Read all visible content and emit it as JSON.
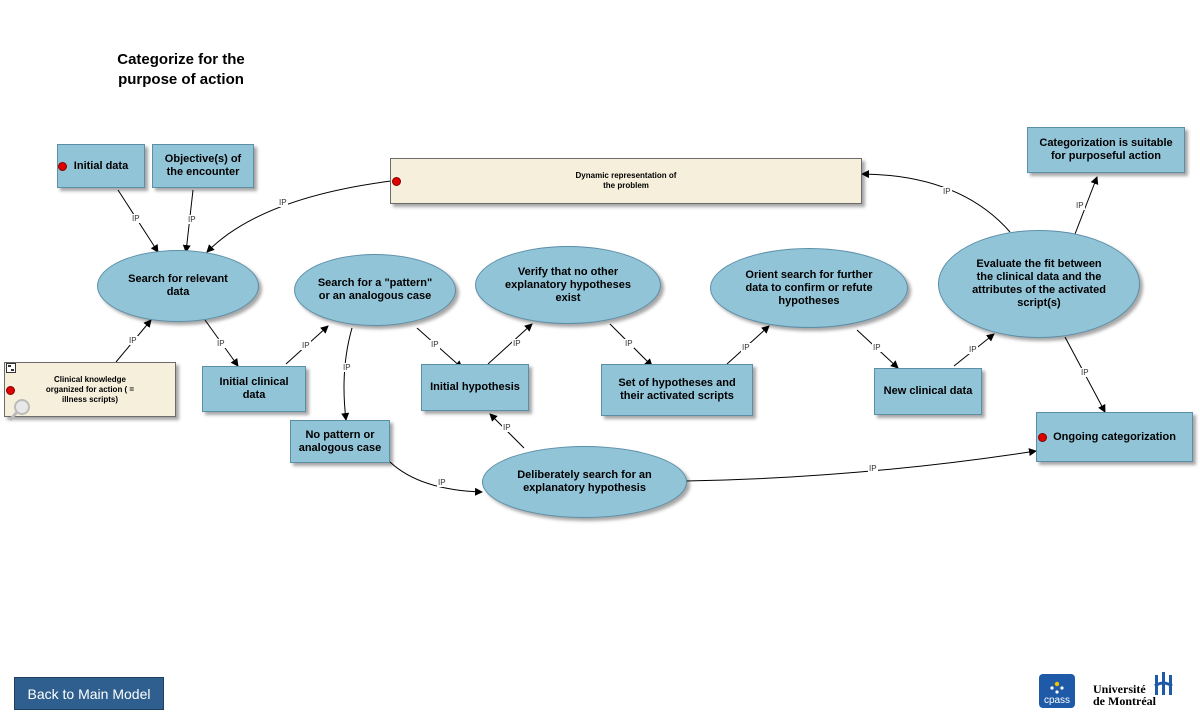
{
  "title": "Categorize for the purpose of action",
  "link_label": "IP",
  "colors": {
    "node_fill": "#92c4d8",
    "note_fill": "#f6efdc",
    "dot": "#e00000",
    "button": "#2f5f8f"
  },
  "nodes": {
    "initial_data": "Initial data",
    "objectives": "Objective(s) of the encounter",
    "dynamic_rep": "Dynamic representation of the problem",
    "categorization_suitable": "Categorization is suitable for purposeful action",
    "search_relevant": "Search for relevant data",
    "search_pattern": "Search for a \"pattern\" or an analogous case",
    "verify": "Verify that no other explanatory hypotheses exist",
    "orient": "Orient search for further data to confirm or refute hypotheses",
    "evaluate": "Evaluate the fit between the clinical data and the attributes of the activated script(s)",
    "clinical_knowledge": "Clinical knowledge organized for action ( = illness scripts)",
    "initial_clinical_data": "Initial clinical data",
    "initial_hypothesis": "Initial hypothesis",
    "set_of_hypotheses": "Set of hypotheses and their activated scripts",
    "new_clinical_data": "New clinical data",
    "ongoing": "Ongoing categorization",
    "no_pattern": "No pattern or analogous case",
    "deliberate": "Deliberately search for an explanatory hypothesis"
  },
  "footer": {
    "back_button": "Back to Main Model",
    "cpass_label": "cpass",
    "udem_line1": "Université",
    "udem_line2": "de Montréal"
  },
  "icons": [
    "red-dot-icon",
    "mini-map-icon",
    "magnifier-icon",
    "cpass-logo-icon",
    "udem-logo-icon"
  ]
}
